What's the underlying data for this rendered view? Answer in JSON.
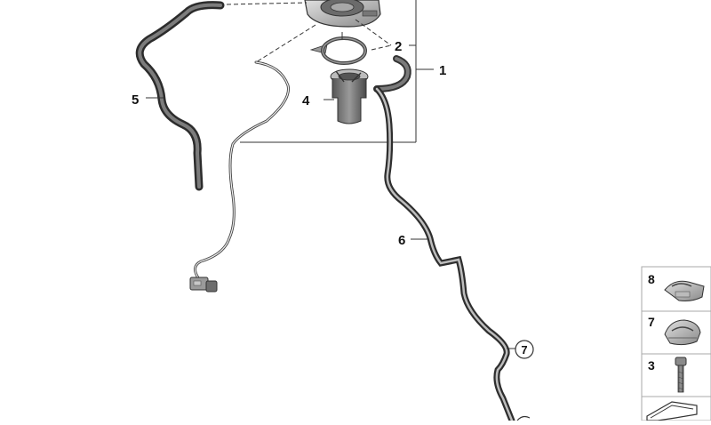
{
  "callouts": {
    "one": "1",
    "two": "2",
    "four": "4",
    "five": "5",
    "six": "6",
    "seven_circled": "7"
  },
  "parts_legend": {
    "rows": [
      {
        "number": "8",
        "icon": "hose-clip-icon"
      },
      {
        "number": "7",
        "icon": "clamp-icon"
      },
      {
        "number": "3",
        "icon": "screw-icon"
      },
      {
        "number": "",
        "icon": "arrow-cut-icon"
      }
    ]
  },
  "colors": {
    "line": "#333333",
    "hose": "#3a3a3a",
    "part_grey": "#8c8c8c",
    "frame": "#aaaaaa"
  }
}
